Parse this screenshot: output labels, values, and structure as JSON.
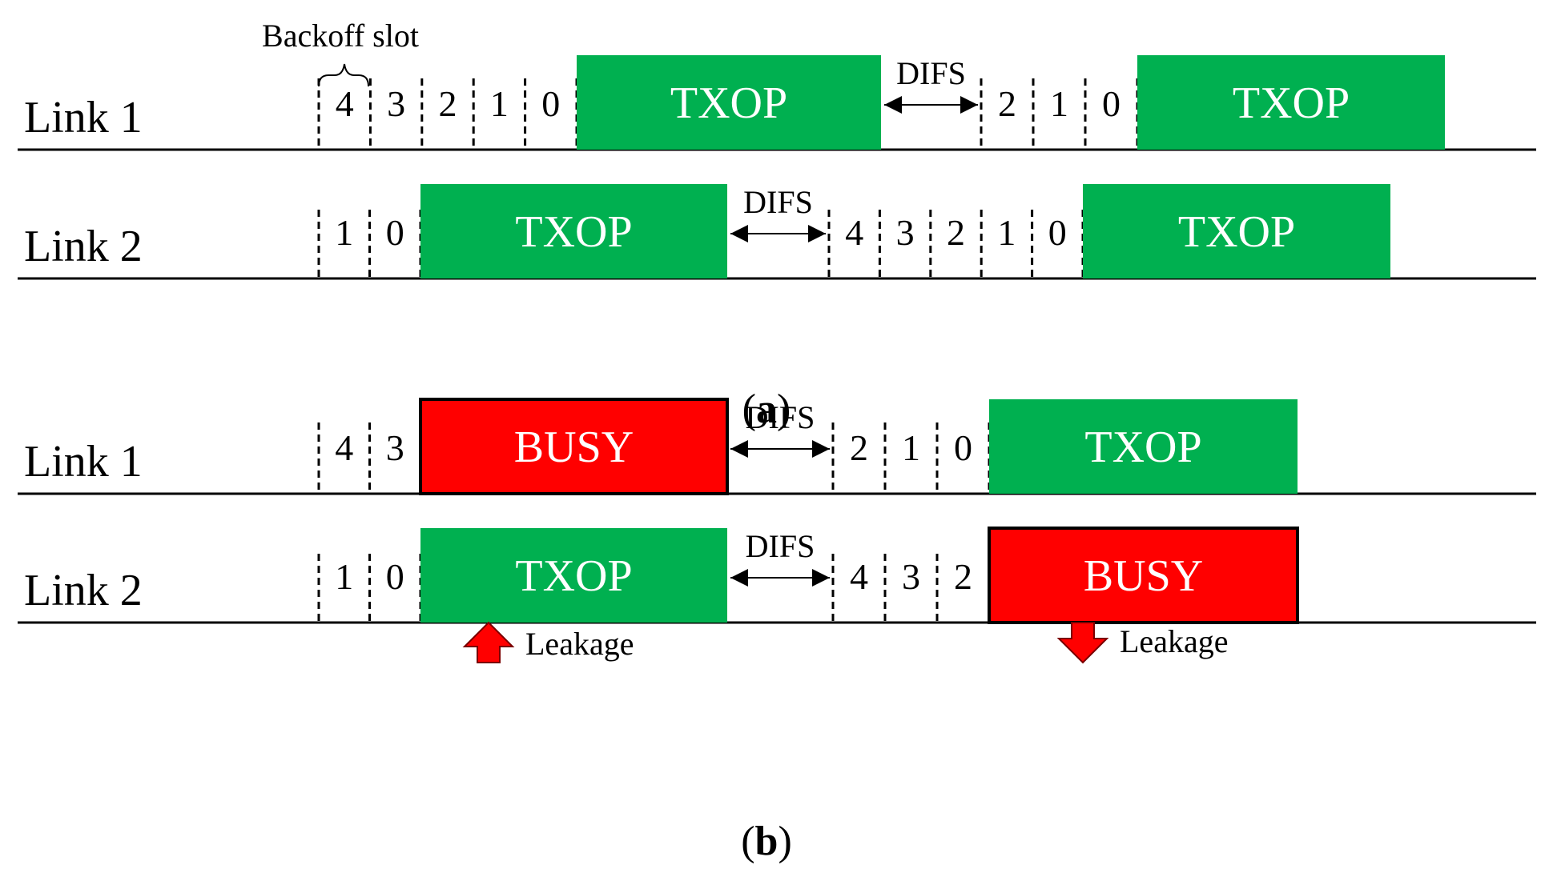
{
  "colors": {
    "txop": "#00b050",
    "busy": "#ff0000",
    "line": "#000000",
    "leakage_arrow": "#ff0000"
  },
  "backoff_slot_label": "Backoff slot",
  "difs_label": "DIFS",
  "leakage_label": "Leakage",
  "panels": [
    {
      "caption": {
        "open": "(",
        "letter": "a",
        "close": ")"
      },
      "rows": [
        {
          "label": "Link 1",
          "groups": [
            {
              "slots": [
                "4",
                "3",
                "2",
                "1",
                "0"
              ]
            },
            {
              "block": {
                "kind": "txop",
                "label": "TXOP"
              }
            },
            {
              "difs": true
            },
            {
              "slots": [
                "2",
                "1",
                "0"
              ]
            },
            {
              "block": {
                "kind": "txop",
                "label": "TXOP"
              }
            }
          ]
        },
        {
          "label": "Link 2",
          "groups": [
            {
              "slots": [
                "1",
                "0"
              ]
            },
            {
              "block": {
                "kind": "txop",
                "label": "TXOP"
              }
            },
            {
              "difs": true
            },
            {
              "slots": [
                "4",
                "3",
                "2",
                "1",
                "0"
              ]
            },
            {
              "block": {
                "kind": "txop",
                "label": "TXOP"
              }
            }
          ]
        }
      ]
    },
    {
      "caption": {
        "open": "(",
        "letter": "b",
        "close": ")"
      },
      "rows": [
        {
          "label": "Link 1",
          "groups": [
            {
              "slots": [
                "4",
                "3"
              ]
            },
            {
              "block": {
                "kind": "busy",
                "label": "BUSY"
              }
            },
            {
              "difs": true
            },
            {
              "slots": [
                "2",
                "1",
                "0"
              ]
            },
            {
              "block": {
                "kind": "txop",
                "label": "TXOP"
              }
            }
          ]
        },
        {
          "label": "Link 2",
          "groups": [
            {
              "slots": [
                "1",
                "0"
              ]
            },
            {
              "block": {
                "kind": "txop",
                "label": "TXOP"
              }
            },
            {
              "difs": true
            },
            {
              "slots": [
                "4",
                "3",
                "2"
              ]
            },
            {
              "block": {
                "kind": "busy",
                "label": "BUSY"
              }
            }
          ]
        }
      ]
    }
  ]
}
